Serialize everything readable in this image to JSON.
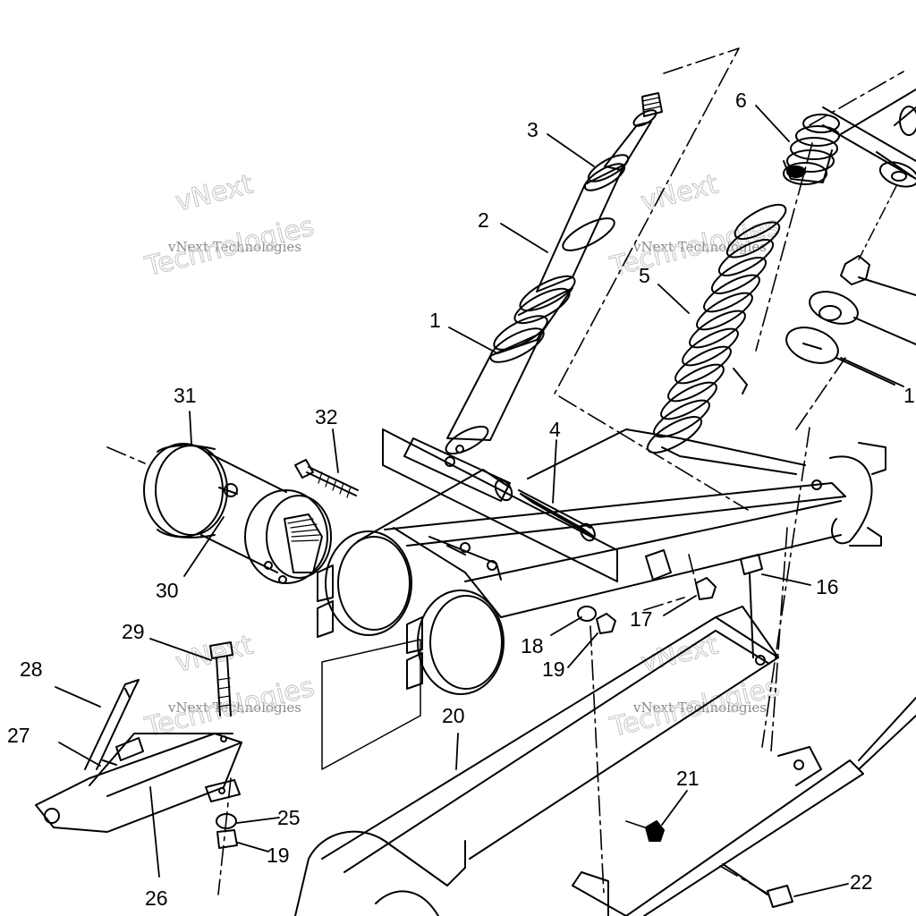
{
  "diagram": {
    "callouts": [
      {
        "id": "c1",
        "text": "1"
      },
      {
        "id": "c1b",
        "text": "1"
      },
      {
        "id": "c2",
        "text": "2"
      },
      {
        "id": "c3",
        "text": "3"
      },
      {
        "id": "c4",
        "text": "4"
      },
      {
        "id": "c5",
        "text": "5"
      },
      {
        "id": "c6",
        "text": "6"
      },
      {
        "id": "c16",
        "text": "16"
      },
      {
        "id": "c17",
        "text": "17"
      },
      {
        "id": "c18",
        "text": "18"
      },
      {
        "id": "c19a",
        "text": "19"
      },
      {
        "id": "c19b",
        "text": "19"
      },
      {
        "id": "c20",
        "text": "20"
      },
      {
        "id": "c21",
        "text": "21"
      },
      {
        "id": "c22",
        "text": "22"
      },
      {
        "id": "c25",
        "text": "25"
      },
      {
        "id": "c26",
        "text": "26"
      },
      {
        "id": "c27",
        "text": "27"
      },
      {
        "id": "c28",
        "text": "28"
      },
      {
        "id": "c29",
        "text": "29"
      },
      {
        "id": "c30",
        "text": "30"
      },
      {
        "id": "c31",
        "text": "31"
      },
      {
        "id": "c32",
        "text": "32"
      }
    ],
    "watermarks": [
      {
        "id": "w1",
        "big_top": "vNext",
        "small": "vNext Technologies",
        "big_bottom": "Technologies"
      },
      {
        "id": "w2",
        "big_top": "vNext",
        "small": "vNext Technologies",
        "big_bottom": "Technologies"
      },
      {
        "id": "w3",
        "big_top": "vNext",
        "small": "vNext Technologies",
        "big_bottom": "Technologies"
      },
      {
        "id": "w4",
        "big_top": "vNext",
        "small": "vNext Technologies",
        "big_bottom": "Technologies"
      }
    ],
    "colors": {
      "ink": "#000000",
      "background": "#ffffff",
      "watermark": "#c4c4c4"
    }
  }
}
